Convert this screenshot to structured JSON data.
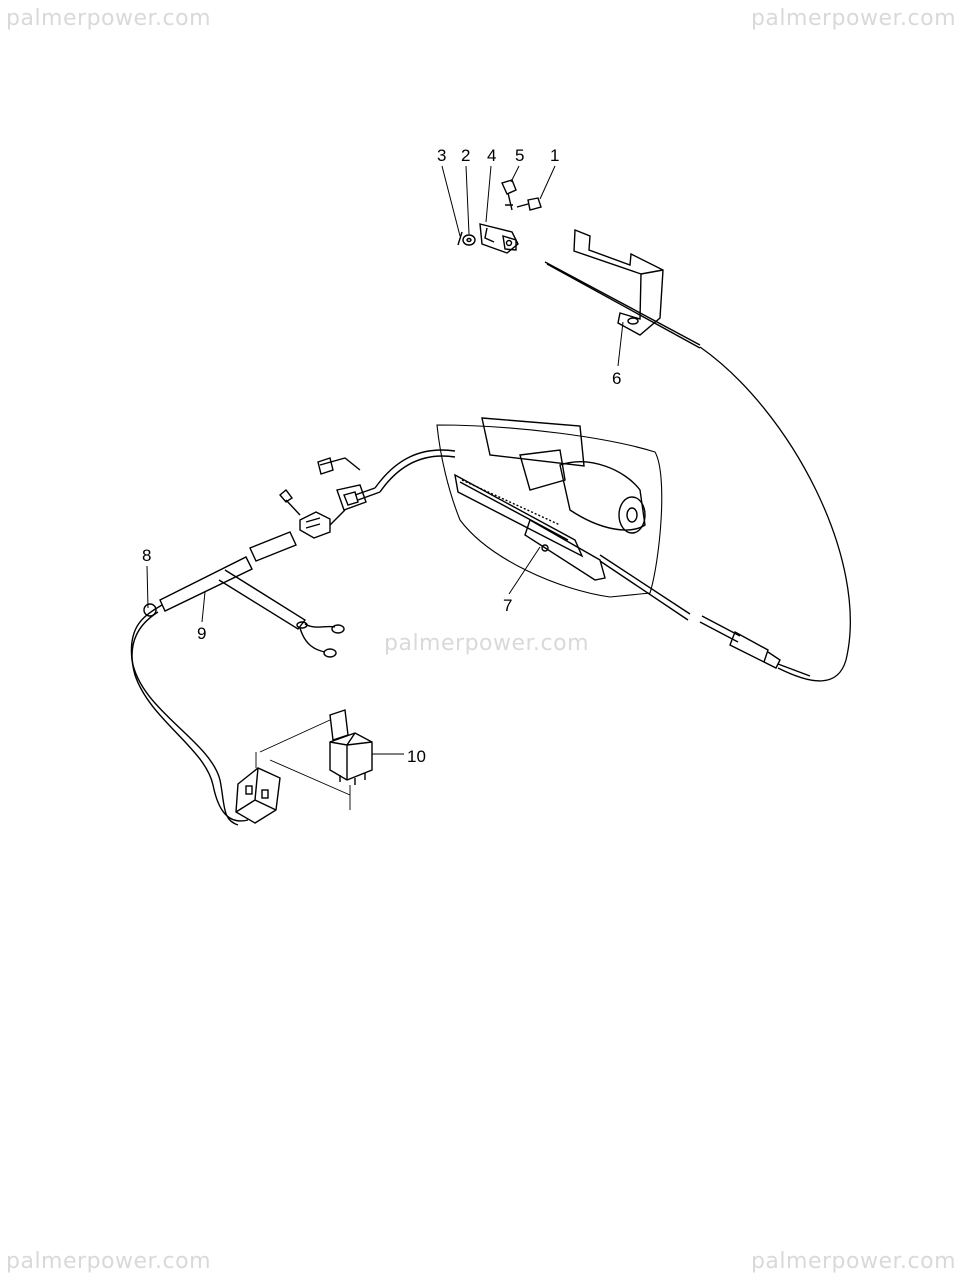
{
  "watermarks": {
    "top_left": "palmerpower.com",
    "top_right": "palmerpower.com",
    "bottom_left": "palmerpower.com",
    "bottom_right": "palmerpower.com",
    "center": "palmerpower.com"
  },
  "callouts": {
    "c1": "1",
    "c2": "2",
    "c3": "3",
    "c4": "4",
    "c5": "5",
    "c6": "6",
    "c7": "7",
    "c8": "8",
    "c9": "9",
    "c10": "10"
  }
}
